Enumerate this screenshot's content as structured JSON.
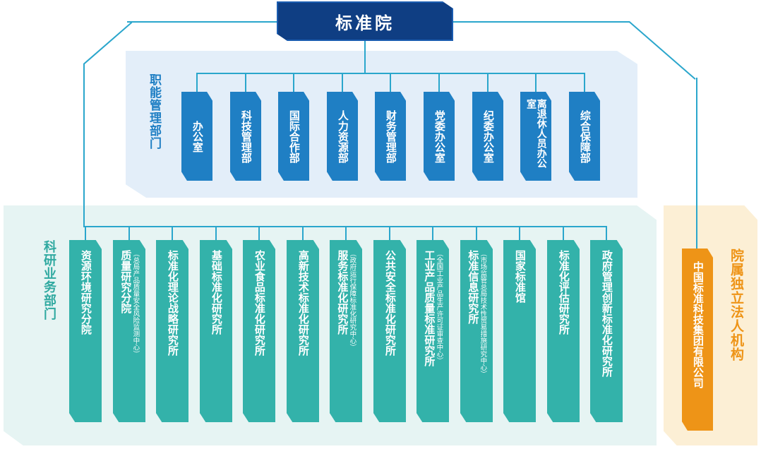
{
  "root": {
    "label": "标准院"
  },
  "functional": {
    "label": "职能管理部门",
    "units": [
      {
        "name": "办公室"
      },
      {
        "name": "科技管理部"
      },
      {
        "name": "国际合作部"
      },
      {
        "name": "人力资源部"
      },
      {
        "name": "财务管理部"
      },
      {
        "name": "党委办公室"
      },
      {
        "name": "纪委办公室"
      },
      {
        "name": "离退休人员办公室"
      },
      {
        "name": "综合保障部"
      }
    ]
  },
  "research": {
    "label": "科研业务部门",
    "units": [
      {
        "name": "资源环境研究分院",
        "note": ""
      },
      {
        "name": "质量研究分院",
        "note": "（总局产品质量安全风险监测中心）"
      },
      {
        "name": "标准化理论战略研究所",
        "note": ""
      },
      {
        "name": "基础标准化研究所",
        "note": ""
      },
      {
        "name": "农业食品标准化研究所",
        "note": ""
      },
      {
        "name": "高新技术标准化研究所",
        "note": ""
      },
      {
        "name": "服务标准化研究所",
        "note": "（政府运行保障标准化研究中心）"
      },
      {
        "name": "公共安全标准化研究所",
        "note": ""
      },
      {
        "name": "工业产品质量标准研究所",
        "note": "（全国工业产品生产许可证审查中心）"
      },
      {
        "name": "标准信息研究所",
        "note": "（市场监管总局技术性贸易措施研究中心）"
      },
      {
        "name": "国家标准馆",
        "note": ""
      },
      {
        "name": "标准化评估研究所",
        "note": ""
      },
      {
        "name": "政府管理创新标准化研究所",
        "note": ""
      }
    ]
  },
  "affiliated": {
    "label": "院属独立法人机构",
    "units": [
      {
        "name": "中国标准科技集团有限公司"
      }
    ]
  },
  "colors": {
    "root": "#0f3e83",
    "functional_box": "#1f7fc4",
    "functional_label": "#1f7fc4",
    "research_box": "#33b2aa",
    "research_label": "#2fa9a0",
    "affiliated_box": "#ee9417",
    "affiliated_label": "#ee9417",
    "connector": "#2aa6cc"
  }
}
